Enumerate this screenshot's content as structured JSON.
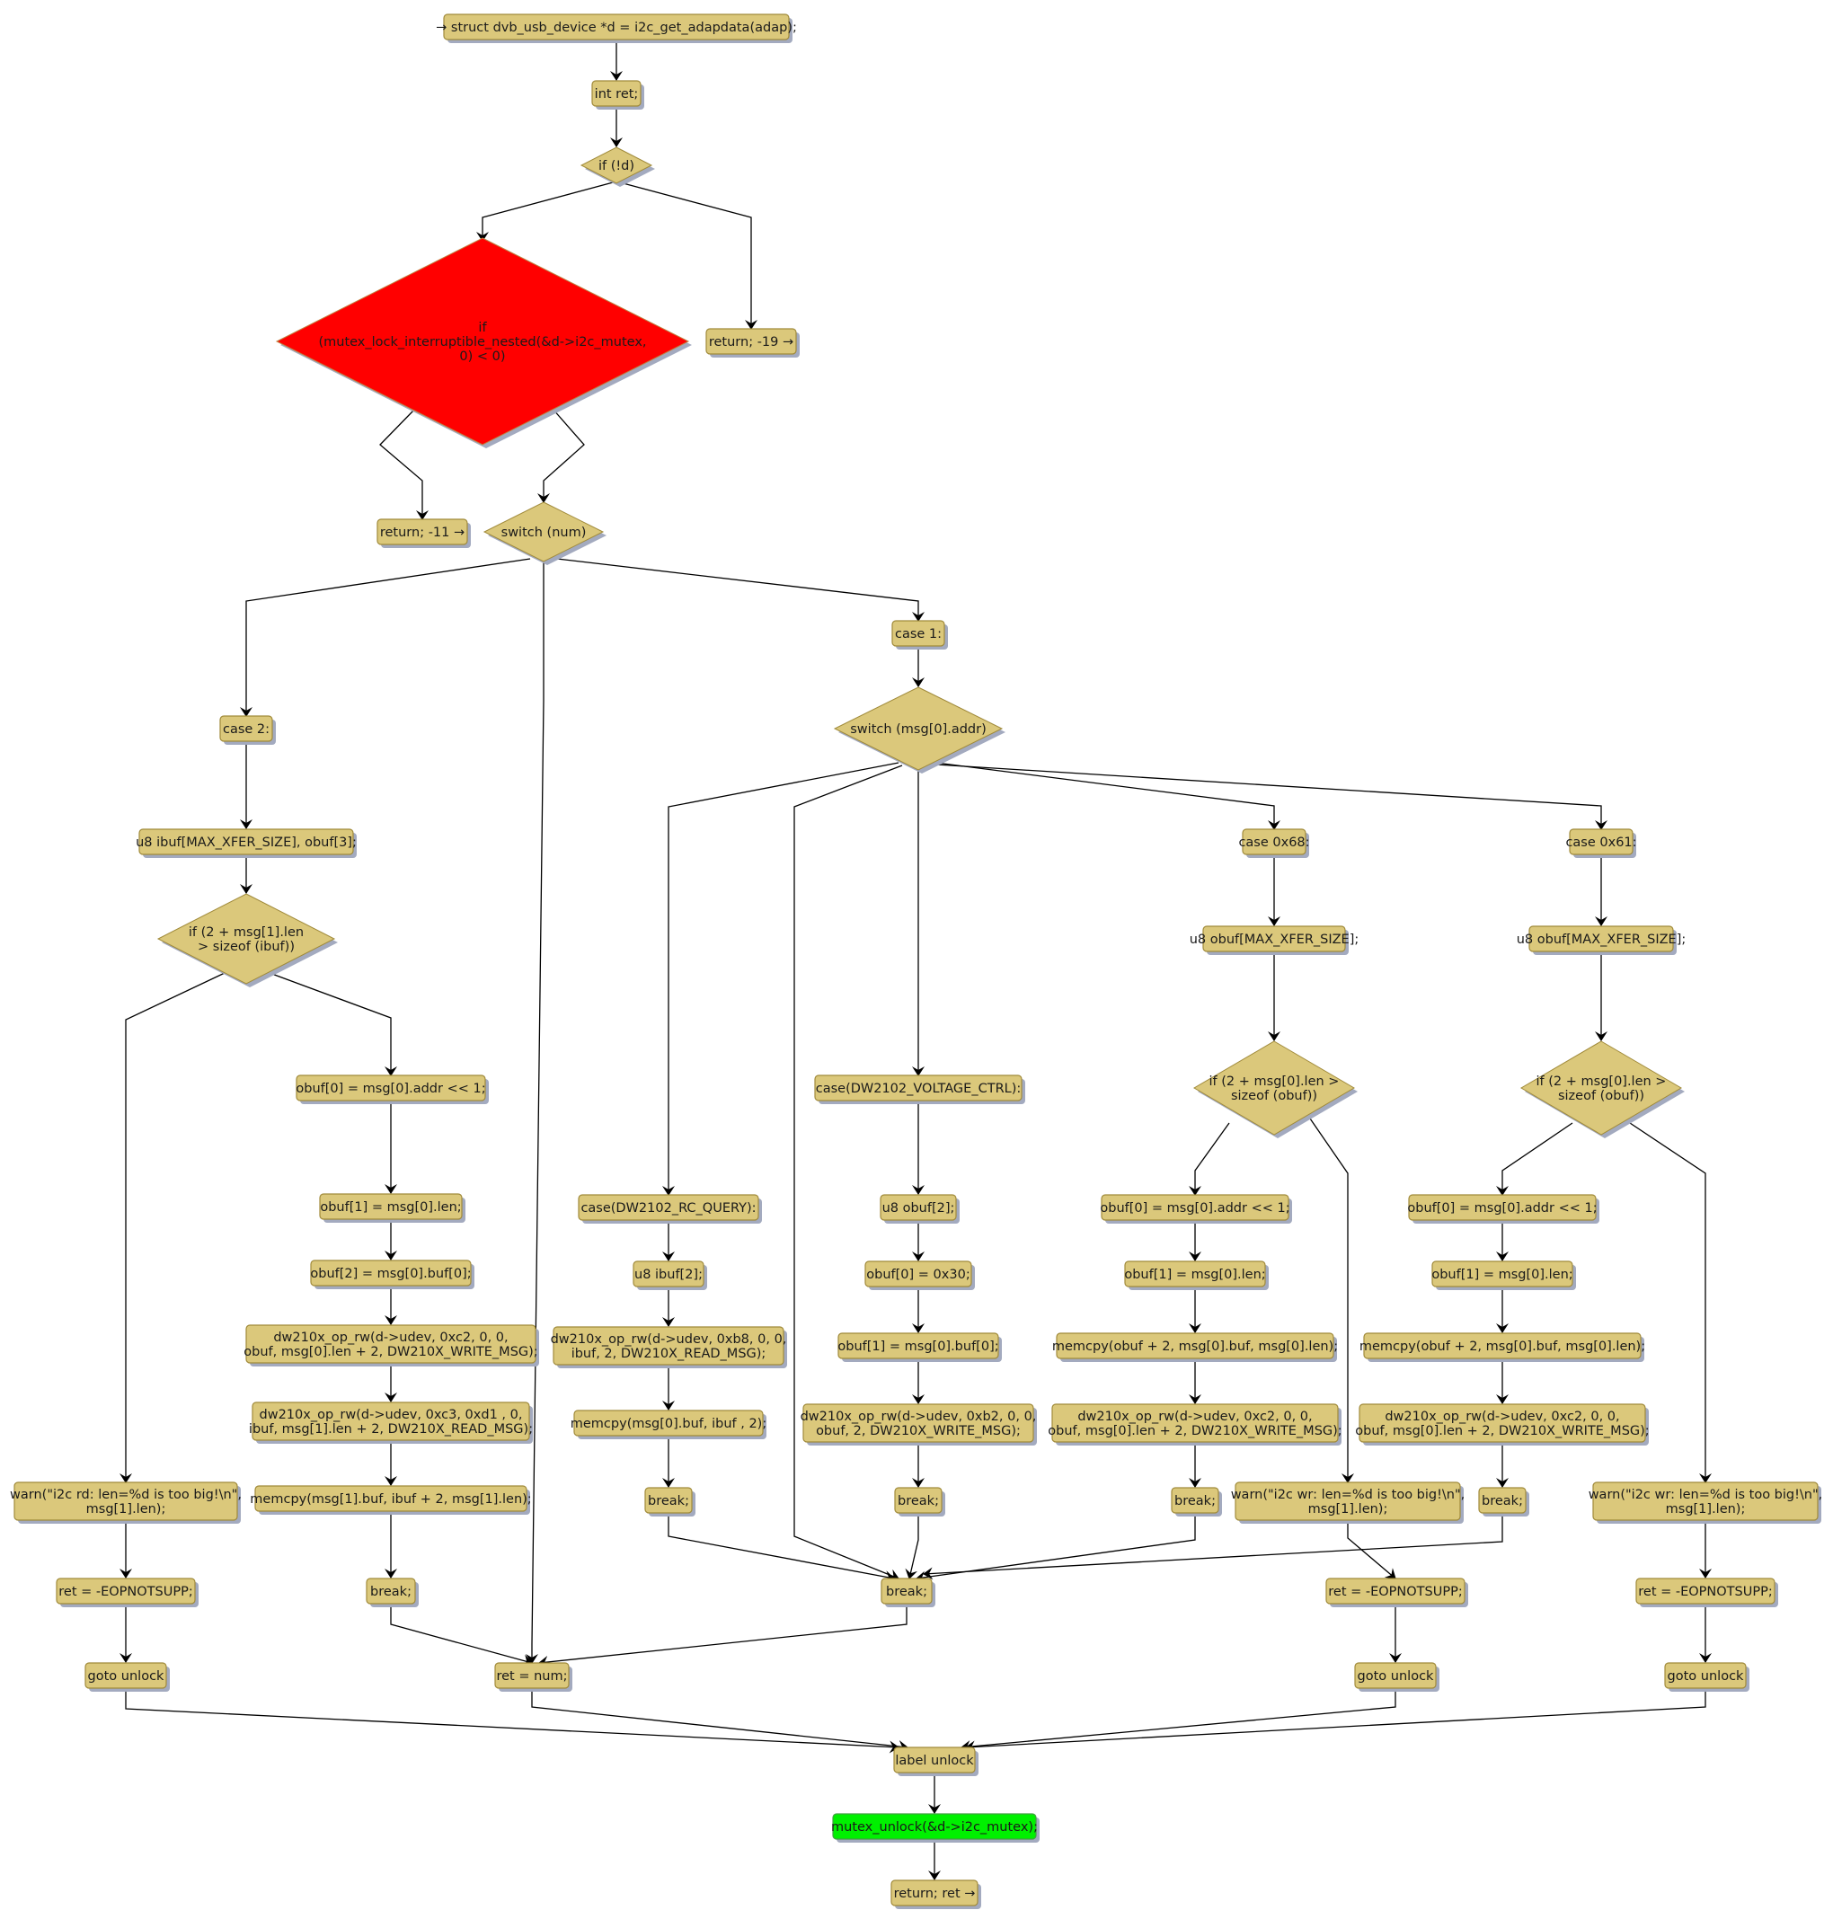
{
  "colors": {
    "node_fill": "#dbc87b",
    "node_stroke": "#a08a3a",
    "shadow": "#a3aabf",
    "highlight_red": "#ff0000",
    "highlight_green": "#00f000",
    "edge": "#000000"
  },
  "nodes": {
    "n_start": {
      "kind": "box",
      "lines": [
        "→ struct dvb_usb_device *d = i2c_get_adapdata(adap);"
      ]
    },
    "n_intret": {
      "kind": "box",
      "lines": [
        "int ret;"
      ]
    },
    "n_if_d": {
      "kind": "diamond",
      "lines": [
        "if (!d)"
      ]
    },
    "n_mutex_if": {
      "kind": "diamond",
      "color": "red",
      "lines": [
        "if",
        "(mutex_lock_interruptible_nested(&d->i2c_mutex,",
        "0) < 0)"
      ]
    },
    "n_ret19": {
      "kind": "box",
      "lines": [
        "return; -19 →"
      ]
    },
    "n_ret11": {
      "kind": "box",
      "lines": [
        "return; -11 →"
      ]
    },
    "n_switch_num": {
      "kind": "diamond",
      "lines": [
        "switch (num)"
      ]
    },
    "n_case2": {
      "kind": "box",
      "lines": [
        "case 2:"
      ]
    },
    "n_u8ibuf": {
      "kind": "box",
      "lines": [
        "u8 ibuf[MAX_XFER_SIZE], obuf[3];"
      ]
    },
    "n_if_ibuf": {
      "kind": "diamond",
      "lines": [
        "if (2 + msg[1].len",
        "> sizeof (ibuf))"
      ]
    },
    "n_c2_obuf0": {
      "kind": "box",
      "lines": [
        "obuf[0] = msg[0].addr << 1;"
      ]
    },
    "n_c2_obuf1": {
      "kind": "box",
      "lines": [
        "obuf[1] = msg[0].len;"
      ]
    },
    "n_c2_obuf2": {
      "kind": "box",
      "lines": [
        "obuf[2] = msg[0].buf[0];"
      ]
    },
    "n_c2_rw1": {
      "kind": "box",
      "lines": [
        "dw210x_op_rw(d->udev, 0xc2, 0, 0,",
        "obuf, msg[0].len + 2, DW210X_WRITE_MSG);"
      ]
    },
    "n_c2_rw2": {
      "kind": "box",
      "lines": [
        "dw210x_op_rw(d->udev, 0xc3, 0xd1 , 0,",
        "ibuf, msg[1].len + 2, DW210X_READ_MSG);"
      ]
    },
    "n_c2_memcpy": {
      "kind": "box",
      "lines": [
        "memcpy(msg[1].buf, ibuf + 2, msg[1].len);"
      ]
    },
    "n_c2_break": {
      "kind": "box",
      "lines": [
        "break;"
      ]
    },
    "n_warn_rd": {
      "kind": "box",
      "lines": [
        "warn(\"i2c rd: len=%d is too big!\\n\",",
        "msg[1].len);"
      ]
    },
    "n_eop_rd": {
      "kind": "box",
      "lines": [
        "ret = -EOPNOTSUPP;"
      ]
    },
    "n_goto_rd": {
      "kind": "box",
      "lines": [
        "goto unlock"
      ]
    },
    "n_retnum": {
      "kind": "box",
      "lines": [
        "ret = num;"
      ]
    },
    "n_case1": {
      "kind": "box",
      "lines": [
        "case 1:"
      ]
    },
    "n_switch_addr": {
      "kind": "diamond",
      "lines": [
        "switch (msg[0].addr)"
      ]
    },
    "n_rcq": {
      "kind": "box",
      "lines": [
        "case(DW2102_RC_QUERY):"
      ]
    },
    "n_rcq_u8": {
      "kind": "box",
      "lines": [
        "u8 ibuf[2];"
      ]
    },
    "n_rcq_rw": {
      "kind": "box",
      "lines": [
        "dw210x_op_rw(d->udev, 0xb8, 0, 0,",
        "ibuf, 2, DW210X_READ_MSG);"
      ]
    },
    "n_rcq_memcpy": {
      "kind": "box",
      "lines": [
        "memcpy(msg[0].buf, ibuf , 2);"
      ]
    },
    "n_rcq_break": {
      "kind": "box",
      "lines": [
        "break;"
      ]
    },
    "n_vc": {
      "kind": "box",
      "lines": [
        "case(DW2102_VOLTAGE_CTRL):"
      ]
    },
    "n_vc_u8": {
      "kind": "box",
      "lines": [
        "u8 obuf[2];"
      ]
    },
    "n_vc_obuf0": {
      "kind": "box",
      "lines": [
        "obuf[0] = 0x30;"
      ]
    },
    "n_vc_obuf1": {
      "kind": "box",
      "lines": [
        "obuf[1] = msg[0].buf[0];"
      ]
    },
    "n_vc_rw": {
      "kind": "box",
      "lines": [
        "dw210x_op_rw(d->udev, 0xb2, 0, 0,",
        "obuf, 2, DW210X_WRITE_MSG);"
      ]
    },
    "n_vc_break": {
      "kind": "box",
      "lines": [
        "break;"
      ]
    },
    "n_c68": {
      "kind": "box",
      "lines": [
        "case 0x68:"
      ]
    },
    "n_c68_u8": {
      "kind": "box",
      "lines": [
        "u8 obuf[MAX_XFER_SIZE];"
      ]
    },
    "n_c68_if": {
      "kind": "diamond",
      "lines": [
        "if (2 + msg[0].len >",
        "sizeof (obuf))"
      ]
    },
    "n_c68_obuf0": {
      "kind": "box",
      "lines": [
        "obuf[0] = msg[0].addr << 1;"
      ]
    },
    "n_c68_obuf1": {
      "kind": "box",
      "lines": [
        "obuf[1] = msg[0].len;"
      ]
    },
    "n_c68_memcpy": {
      "kind": "box",
      "lines": [
        "memcpy(obuf + 2, msg[0].buf, msg[0].len);"
      ]
    },
    "n_c68_rw": {
      "kind": "box",
      "lines": [
        "dw210x_op_rw(d->udev, 0xc2, 0, 0,",
        "obuf, msg[0].len + 2, DW210X_WRITE_MSG);"
      ]
    },
    "n_c68_break": {
      "kind": "box",
      "lines": [
        "break;"
      ]
    },
    "n_c68_warn": {
      "kind": "box",
      "lines": [
        "warn(\"i2c wr: len=%d is too big!\\n\",",
        "msg[1].len);"
      ]
    },
    "n_c68_eop": {
      "kind": "box",
      "lines": [
        "ret = -EOPNOTSUPP;"
      ]
    },
    "n_c68_goto": {
      "kind": "box",
      "lines": [
        "goto unlock"
      ]
    },
    "n_c61": {
      "kind": "box",
      "lines": [
        "case 0x61:"
      ]
    },
    "n_c61_u8": {
      "kind": "box",
      "lines": [
        "u8 obuf[MAX_XFER_SIZE];"
      ]
    },
    "n_c61_if": {
      "kind": "diamond",
      "lines": [
        "if (2 + msg[0].len >",
        "sizeof (obuf))"
      ]
    },
    "n_c61_obuf0": {
      "kind": "box",
      "lines": [
        "obuf[0] = msg[0].addr << 1;"
      ]
    },
    "n_c61_obuf1": {
      "kind": "box",
      "lines": [
        "obuf[1] = msg[0].len;"
      ]
    },
    "n_c61_memcpy": {
      "kind": "box",
      "lines": [
        "memcpy(obuf + 2, msg[0].buf, msg[0].len);"
      ]
    },
    "n_c61_rw": {
      "kind": "box",
      "lines": [
        "dw210x_op_rw(d->udev, 0xc2, 0, 0,",
        "obuf, msg[0].len + 2, DW210X_WRITE_MSG);"
      ]
    },
    "n_c61_break": {
      "kind": "box",
      "lines": [
        "break;"
      ]
    },
    "n_c61_warn": {
      "kind": "box",
      "lines": [
        "warn(\"i2c wr: len=%d is too big!\\n\",",
        "msg[1].len);"
      ]
    },
    "n_c61_eop": {
      "kind": "box",
      "lines": [
        "ret = -EOPNOTSUPP;"
      ]
    },
    "n_c61_goto": {
      "kind": "box",
      "lines": [
        "goto unlock"
      ]
    },
    "n_break_merge": {
      "kind": "box",
      "lines": [
        "break;"
      ]
    },
    "n_label_unlock": {
      "kind": "box",
      "lines": [
        "label unlock"
      ]
    },
    "n_mutex_unlock": {
      "kind": "box",
      "color": "green",
      "lines": [
        "mutex_unlock(&d->i2c_mutex);"
      ]
    },
    "n_return_ret": {
      "kind": "box",
      "lines": [
        "return; ret →"
      ]
    }
  },
  "edges": [
    [
      "n_start",
      "n_intret"
    ],
    [
      "n_intret",
      "n_if_d"
    ],
    [
      "n_if_d",
      "n_mutex_if"
    ],
    [
      "n_if_d",
      "n_ret19"
    ],
    [
      "n_mutex_if",
      "n_ret11"
    ],
    [
      "n_mutex_if",
      "n_switch_num"
    ],
    [
      "n_switch_num",
      "n_case2"
    ],
    [
      "n_switch_num",
      "n_retnum"
    ],
    [
      "n_switch_num",
      "n_case1"
    ],
    [
      "n_case2",
      "n_u8ibuf"
    ],
    [
      "n_u8ibuf",
      "n_if_ibuf"
    ],
    [
      "n_if_ibuf",
      "n_warn_rd"
    ],
    [
      "n_if_ibuf",
      "n_c2_obuf0"
    ],
    [
      "n_c2_obuf0",
      "n_c2_obuf1"
    ],
    [
      "n_c2_obuf1",
      "n_c2_obuf2"
    ],
    [
      "n_c2_obuf2",
      "n_c2_rw1"
    ],
    [
      "n_c2_rw1",
      "n_c2_rw2"
    ],
    [
      "n_c2_rw2",
      "n_c2_memcpy"
    ],
    [
      "n_c2_memcpy",
      "n_c2_break"
    ],
    [
      "n_c2_break",
      "n_retnum"
    ],
    [
      "n_warn_rd",
      "n_eop_rd"
    ],
    [
      "n_eop_rd",
      "n_goto_rd"
    ],
    [
      "n_goto_rd",
      "n_label_unlock"
    ],
    [
      "n_case1",
      "n_switch_addr"
    ],
    [
      "n_switch_addr",
      "n_rcq"
    ],
    [
      "n_switch_addr",
      "n_break_merge"
    ],
    [
      "n_switch_addr",
      "n_vc"
    ],
    [
      "n_switch_addr",
      "n_c68"
    ],
    [
      "n_switch_addr",
      "n_c61"
    ],
    [
      "n_rcq",
      "n_rcq_u8"
    ],
    [
      "n_rcq_u8",
      "n_rcq_rw"
    ],
    [
      "n_rcq_rw",
      "n_rcq_memcpy"
    ],
    [
      "n_rcq_memcpy",
      "n_rcq_break"
    ],
    [
      "n_rcq_break",
      "n_break_merge"
    ],
    [
      "n_vc",
      "n_vc_u8"
    ],
    [
      "n_vc_u8",
      "n_vc_obuf0"
    ],
    [
      "n_vc_obuf0",
      "n_vc_obuf1"
    ],
    [
      "n_vc_obuf1",
      "n_vc_rw"
    ],
    [
      "n_vc_rw",
      "n_vc_break"
    ],
    [
      "n_vc_break",
      "n_break_merge"
    ],
    [
      "n_c68",
      "n_c68_u8"
    ],
    [
      "n_c68_u8",
      "n_c68_if"
    ],
    [
      "n_c68_if",
      "n_c68_obuf0"
    ],
    [
      "n_c68_if",
      "n_c68_warn"
    ],
    [
      "n_c68_obuf0",
      "n_c68_obuf1"
    ],
    [
      "n_c68_obuf1",
      "n_c68_memcpy"
    ],
    [
      "n_c68_memcpy",
      "n_c68_rw"
    ],
    [
      "n_c68_rw",
      "n_c68_break"
    ],
    [
      "n_c68_break",
      "n_break_merge"
    ],
    [
      "n_c68_warn",
      "n_c68_eop"
    ],
    [
      "n_c68_eop",
      "n_c68_goto"
    ],
    [
      "n_c68_goto",
      "n_label_unlock"
    ],
    [
      "n_c61",
      "n_c61_u8"
    ],
    [
      "n_c61_u8",
      "n_c61_if"
    ],
    [
      "n_c61_if",
      "n_c61_obuf0"
    ],
    [
      "n_c61_if",
      "n_c61_warn"
    ],
    [
      "n_c61_obuf0",
      "n_c61_obuf1"
    ],
    [
      "n_c61_obuf1",
      "n_c61_memcpy"
    ],
    [
      "n_c61_memcpy",
      "n_c61_rw"
    ],
    [
      "n_c61_rw",
      "n_c61_break"
    ],
    [
      "n_c61_break",
      "n_break_merge"
    ],
    [
      "n_c61_warn",
      "n_c61_eop"
    ],
    [
      "n_c61_eop",
      "n_c61_goto"
    ],
    [
      "n_c61_goto",
      "n_label_unlock"
    ],
    [
      "n_break_merge",
      "n_retnum"
    ],
    [
      "n_retnum",
      "n_label_unlock"
    ],
    [
      "n_label_unlock",
      "n_mutex_unlock"
    ],
    [
      "n_mutex_unlock",
      "n_return_ret"
    ]
  ]
}
